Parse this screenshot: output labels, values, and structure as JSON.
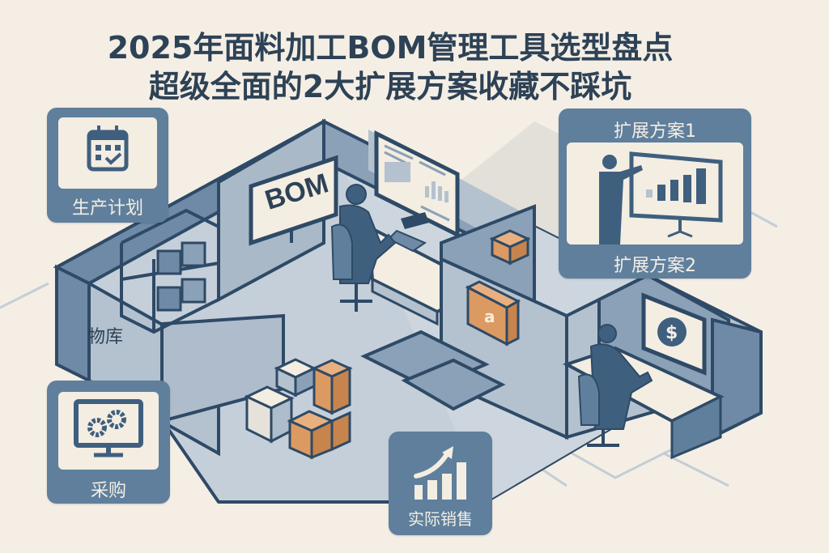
{
  "title": {
    "line1": "2025年面料加工BOM管理工具选型盘点",
    "line2": "超级全面的2大扩展方案收藏不踩坑"
  },
  "cards": {
    "production_plan": {
      "label": "生产计划",
      "icon": "calendar-check-icon"
    },
    "procurement": {
      "label": "采购",
      "icon": "monitor-gears-icon"
    },
    "sales": {
      "label": "实际销售",
      "label_rendered": "实际销售",
      "icon": "bar-chart-growth-icon"
    },
    "extension": {
      "label_top": "扩展方案1",
      "label_bottom": "扩展方案2",
      "icon": "presenter-chart-icon"
    }
  },
  "scene": {
    "warehouse_label": "物库",
    "bom_screen_text": "BOM",
    "finance_screen_symbol": "$"
  },
  "colors": {
    "background": "#f4eee5",
    "navy": "#2e4a66",
    "slate": "#5f7f9c",
    "wall_light": "#a9b9c8",
    "floor": "#c8d2dc",
    "orange": "#dc9a63"
  }
}
